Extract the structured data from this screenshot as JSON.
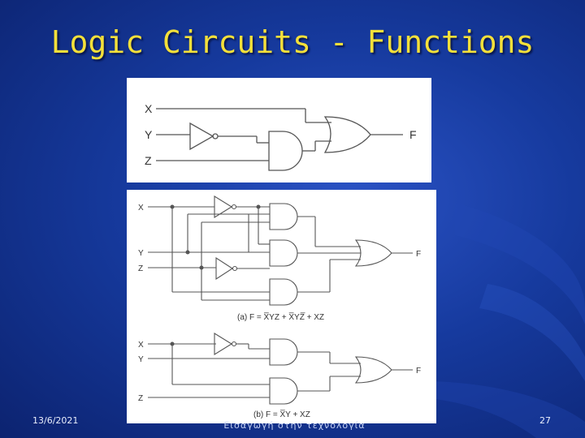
{
  "slide": {
    "title": "Logic Circuits - Functions",
    "date": "13/6/2021",
    "footer_center": "Εισαγωγή στην τεχνολογία",
    "page_number": "27"
  },
  "diagram_top": {
    "input_x": "X",
    "input_y": "Y",
    "input_z": "Z",
    "output_f": "F"
  },
  "diagram_a": {
    "input_x": "X",
    "input_y": "Y",
    "input_z": "Z",
    "output_f": "F",
    "caption": "(a)  F = X̅YZ + X̅YZ̅ + XZ"
  },
  "diagram_b": {
    "input_x": "X",
    "input_y": "Y",
    "input_z": "Z",
    "output_f": "F",
    "caption": "(b)  F = X̅Y + XZ"
  },
  "colors": {
    "title": "#f4e03a",
    "background": "#163a9e"
  }
}
